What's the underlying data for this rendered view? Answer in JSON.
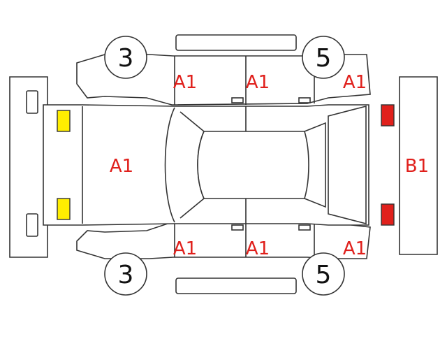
{
  "diagram": {
    "colors": {
      "code_text": "#e0201c",
      "light_front": "#ffee00",
      "light_rear": "#e0201c",
      "outline": "#333333"
    },
    "tires": {
      "top_left": "3",
      "top_right": "5",
      "bottom_left": "3",
      "bottom_right": "5"
    },
    "codes": {
      "hood": "A1",
      "top_front_door": "A1",
      "top_rear_door": "A1",
      "top_rear_fender": "A1",
      "bottom_front_door": "A1",
      "bottom_rear_door": "A1",
      "bottom_rear_fender": "A1",
      "rear": "B1"
    }
  }
}
